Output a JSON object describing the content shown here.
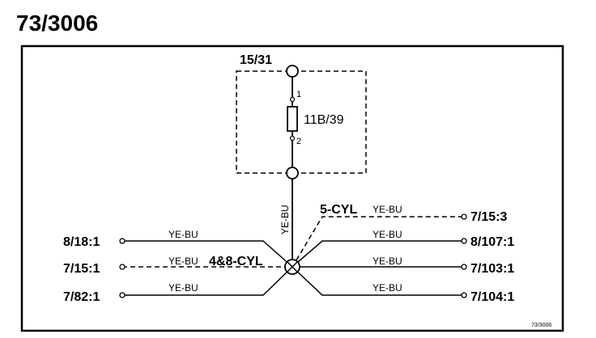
{
  "title": "73/3006",
  "footer_code": "73/3006",
  "top_connector": "15/31",
  "component": {
    "label": "11B/39",
    "pin_top": "1",
    "pin_bottom": "2"
  },
  "vertical_wire_color": "YE-BU",
  "variants": {
    "five_cyl": "5-CYL",
    "four_eight_cyl": "4&8-CYL"
  },
  "left_terminals": [
    {
      "label": "8/18:1",
      "wire": "YE-BU",
      "line": "solid"
    },
    {
      "label": "7/15:1",
      "wire": "YE-BU",
      "line": "dashed"
    },
    {
      "label": "7/82:1",
      "wire": "YE-BU",
      "line": "solid"
    }
  ],
  "right_terminals": [
    {
      "label": "7/15:3",
      "wire": "YE-BU",
      "line": "dashed"
    },
    {
      "label": "8/107:1",
      "wire": "YE-BU",
      "line": "solid"
    },
    {
      "label": "7/103:1",
      "wire": "YE-BU",
      "line": "solid"
    },
    {
      "label": "7/104:1",
      "wire": "YE-BU",
      "line": "solid"
    }
  ],
  "colors": {
    "line": "#000000",
    "background": "#ffffff"
  }
}
